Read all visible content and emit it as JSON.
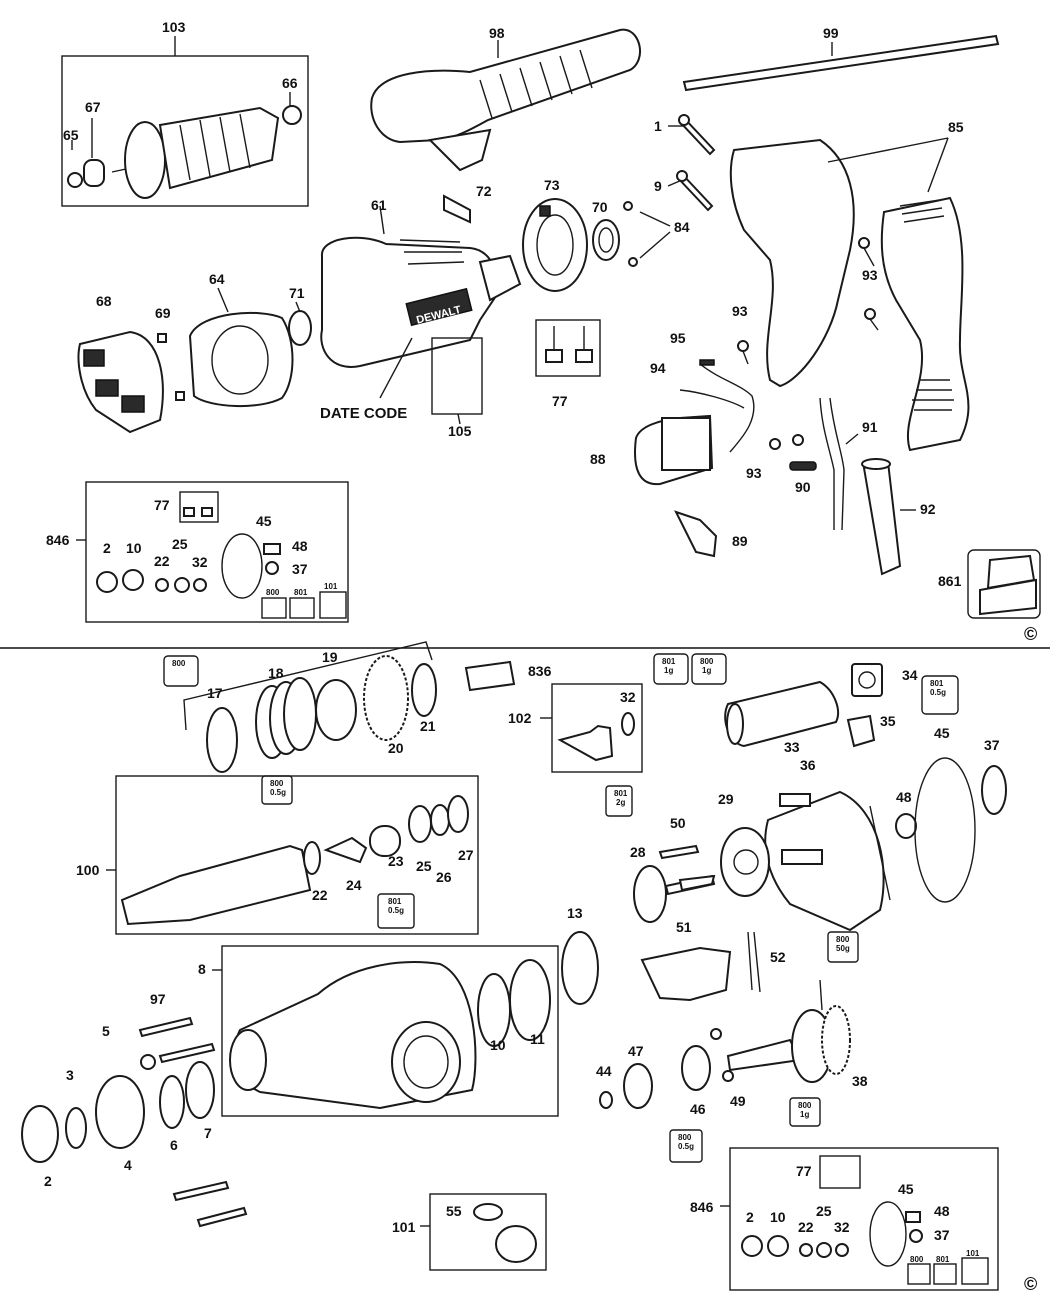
{
  "labels": {
    "p1": "1",
    "p2": "2",
    "p3": "3",
    "p4": "4",
    "p5": "5",
    "p6": "6",
    "p7": "7",
    "p8": "8",
    "p9": "9",
    "p10": "10",
    "p11": "11",
    "p13": "13",
    "p17": "17",
    "p18": "18",
    "p19": "19",
    "p20": "20",
    "p21": "21",
    "p22": "22",
    "p23": "23",
    "p24": "24",
    "p25": "25",
    "p26": "26",
    "p27": "27",
    "p28": "28",
    "p29": "29",
    "p32": "32",
    "p33": "33",
    "p34": "34",
    "p35": "35",
    "p36": "36",
    "p37": "37",
    "p38": "38",
    "p44": "44",
    "p45": "45",
    "p46": "46",
    "p47": "47",
    "p48": "48",
    "p49": "49",
    "p50": "50",
    "p51": "51",
    "p52": "52",
    "p55": "55",
    "p61": "61",
    "p64": "64",
    "p65": "65",
    "p66": "66",
    "p67": "67",
    "p68": "68",
    "p69": "69",
    "p70": "70",
    "p71": "71",
    "p72": "72",
    "p73": "73",
    "p77": "77",
    "p84": "84",
    "p85": "85",
    "p88": "88",
    "p89": "89",
    "p90": "90",
    "p91": "91",
    "p92": "92",
    "p93": "93",
    "p94": "94",
    "p95": "95",
    "p97": "97",
    "p98": "98",
    "p99": "99",
    "p100": "100",
    "p101": "101",
    "p102": "102",
    "p103": "103",
    "p105": "105",
    "p800": "800",
    "p801": "801",
    "p836": "836",
    "p846": "846",
    "p861": "861"
  },
  "grease": {
    "g800": "800",
    "g801": "801",
    "g05": "0.5g",
    "g1": "1g",
    "g2": "2g",
    "g50": "50g"
  },
  "date_code": "DATE CODE",
  "brand": "DEWALT",
  "copyright": "©"
}
